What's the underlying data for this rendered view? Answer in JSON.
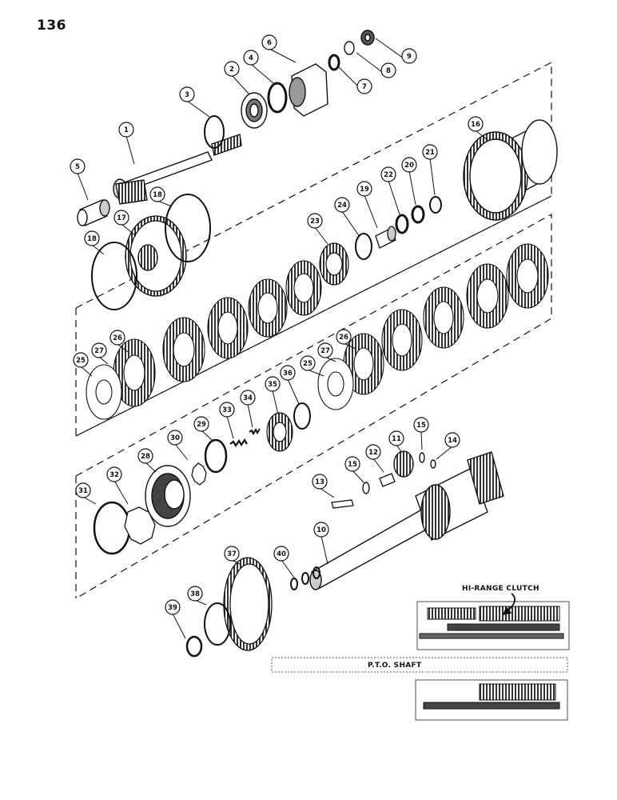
{
  "page": {
    "number": "136"
  },
  "inset": {
    "hi_range_label": "HI-RANGE CLUTCH",
    "pto_label": "P.T.O. SHAFT"
  },
  "callouts": [
    {
      "id": "1",
      "label": "1"
    },
    {
      "id": "2",
      "label": "2"
    },
    {
      "id": "3",
      "label": "3"
    },
    {
      "id": "4",
      "label": "4"
    },
    {
      "id": "5",
      "label": "5"
    },
    {
      "id": "6",
      "label": "6"
    },
    {
      "id": "7",
      "label": "7"
    },
    {
      "id": "8",
      "label": "8"
    },
    {
      "id": "9",
      "label": "9"
    },
    {
      "id": "10",
      "label": "10"
    },
    {
      "id": "11",
      "label": "11"
    },
    {
      "id": "12",
      "label": "12"
    },
    {
      "id": "13",
      "label": "13"
    },
    {
      "id": "14",
      "label": "14"
    },
    {
      "id": "15a",
      "label": "15"
    },
    {
      "id": "15b",
      "label": "15"
    },
    {
      "id": "16",
      "label": "16"
    },
    {
      "id": "17",
      "label": "17"
    },
    {
      "id": "18a",
      "label": "18"
    },
    {
      "id": "18b",
      "label": "18"
    },
    {
      "id": "19",
      "label": "19"
    },
    {
      "id": "20",
      "label": "20"
    },
    {
      "id": "21",
      "label": "21"
    },
    {
      "id": "22",
      "label": "22"
    },
    {
      "id": "23",
      "label": "23"
    },
    {
      "id": "24",
      "label": "24"
    },
    {
      "id": "25a",
      "label": "25"
    },
    {
      "id": "25b",
      "label": "25"
    },
    {
      "id": "26a",
      "label": "26"
    },
    {
      "id": "26b",
      "label": "26"
    },
    {
      "id": "27a",
      "label": "27"
    },
    {
      "id": "27b",
      "label": "27"
    },
    {
      "id": "28",
      "label": "28"
    },
    {
      "id": "29",
      "label": "29"
    },
    {
      "id": "30",
      "label": "30"
    },
    {
      "id": "31",
      "label": "31"
    },
    {
      "id": "32",
      "label": "32"
    },
    {
      "id": "33",
      "label": "33"
    },
    {
      "id": "34",
      "label": "34"
    },
    {
      "id": "35",
      "label": "35"
    },
    {
      "id": "36",
      "label": "36"
    },
    {
      "id": "37",
      "label": "37"
    },
    {
      "id": "38",
      "label": "38"
    },
    {
      "id": "39",
      "label": "39"
    },
    {
      "id": "40",
      "label": "40"
    }
  ],
  "colors": {
    "ink": "#111111",
    "paper": "#ffffff",
    "shade": "#555555"
  }
}
